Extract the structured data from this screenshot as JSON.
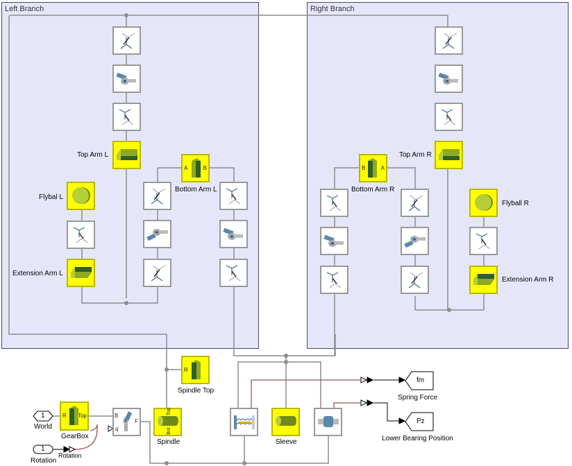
{
  "areas": {
    "left_title": "Left Branch",
    "right_title": "Right Branch"
  },
  "blocks": {
    "top_arm_l": "Top Arm L",
    "bottom_arm_l": "Bottom Arm L",
    "flyball_l": "Flybal L",
    "extension_arm_l": "Extension Arm L",
    "top_arm_r": "Top Arm R",
    "bottom_arm_r": "Bottom Arm R",
    "flyball_r": "Flyball R",
    "extension_arm_r": "Extension Arm R",
    "spindle_top": "Spindle Top",
    "gearbox": "GearBox",
    "spindle": "Spindle",
    "sleeve": "Sleeve",
    "world": "World",
    "rotation_inport": "Rotation",
    "rotation_converter": "Rotation",
    "spring_force": "Spring Force",
    "lower_bearing": "Lower Bearing Position"
  },
  "ports": {
    "world_num": "1",
    "rotation_num": "1",
    "fm": "fm",
    "pz": "Pz",
    "A": "A",
    "B": "B",
    "F": "F",
    "R": "R",
    "q": "q",
    "Top": "Top",
    "Bot": "Bot",
    "pz_port": "pz",
    "fm_port": "fm"
  },
  "colors": {
    "area_bg": "#e6e6fb",
    "body_yellow": "#ffff00",
    "wire": "#8c8c8c",
    "signal_wire": "#a05050"
  }
}
